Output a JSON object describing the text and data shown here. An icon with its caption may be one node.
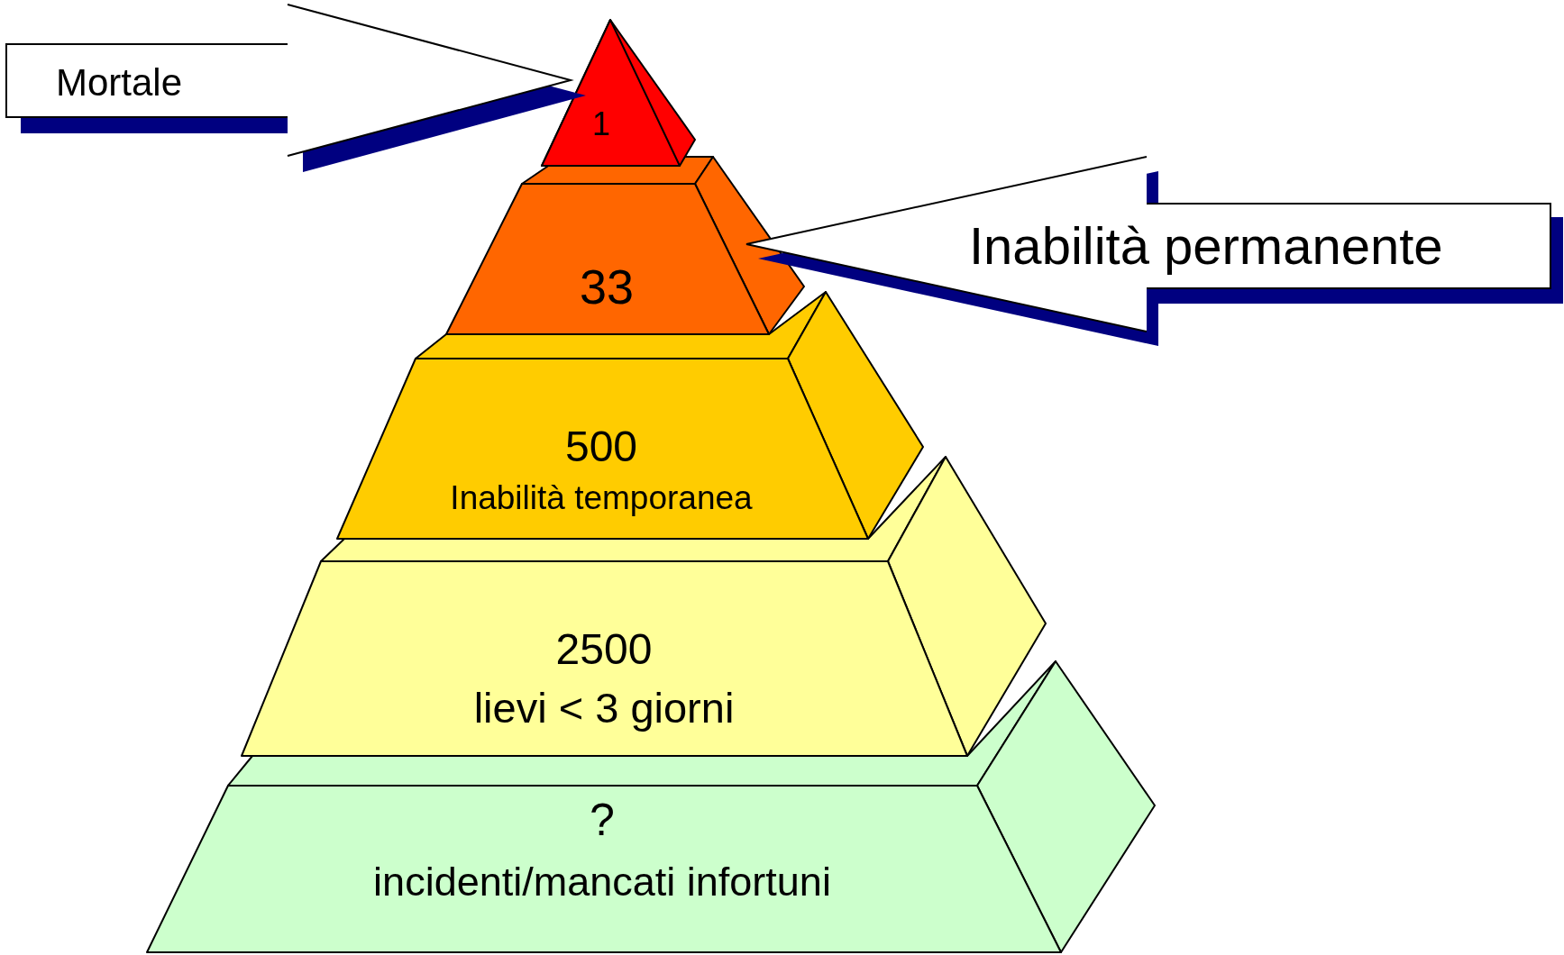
{
  "diagram": {
    "nodes": [
      {
        "text": [
          "Mortale"
        ]
      },
      {
        "text": [
          "1"
        ]
      },
      {
        "text": [
          "Inabilità permanente"
        ]
      },
      {
        "text": [
          "33"
        ]
      },
      {
        "text": [
          "500",
          "Inabilità temporanea"
        ]
      },
      {
        "text": [
          "2500",
          "lievi < 3 giorni"
        ]
      },
      {
        "text": [
          "?",
          "incidenti/mancati infortuni"
        ]
      }
    ],
    "edges": [
      {
        "from": 0,
        "to": 1,
        "arrow": "to"
      },
      {
        "from": 2,
        "to": 3,
        "arrow": "to"
      }
    ]
  }
}
